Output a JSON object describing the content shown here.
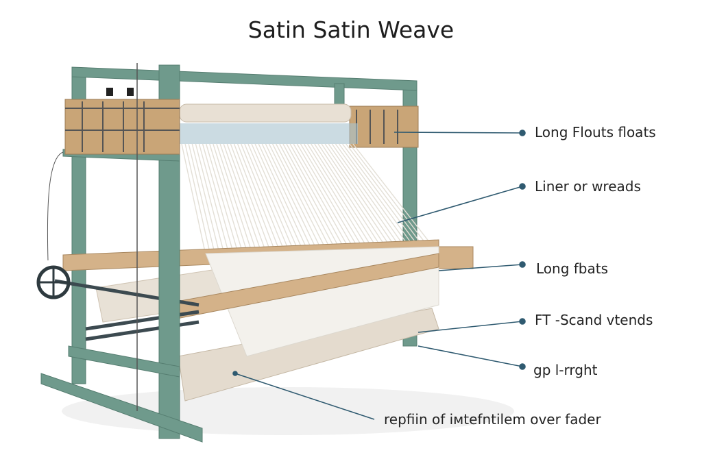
{
  "title": "Satin Satin Weave",
  "labels": [
    "Long Flouts floats",
    "Liner or wreads",
    "Long fbats",
    "FT -Scand vtends",
    "gp l-rrght",
    "repfiin of iмtefntilem over fader"
  ],
  "colors": {
    "frame": "#6f9a8c",
    "wood": "#c9a577",
    "leader": "#2f5a70",
    "cloth": "#f3f1ec"
  }
}
